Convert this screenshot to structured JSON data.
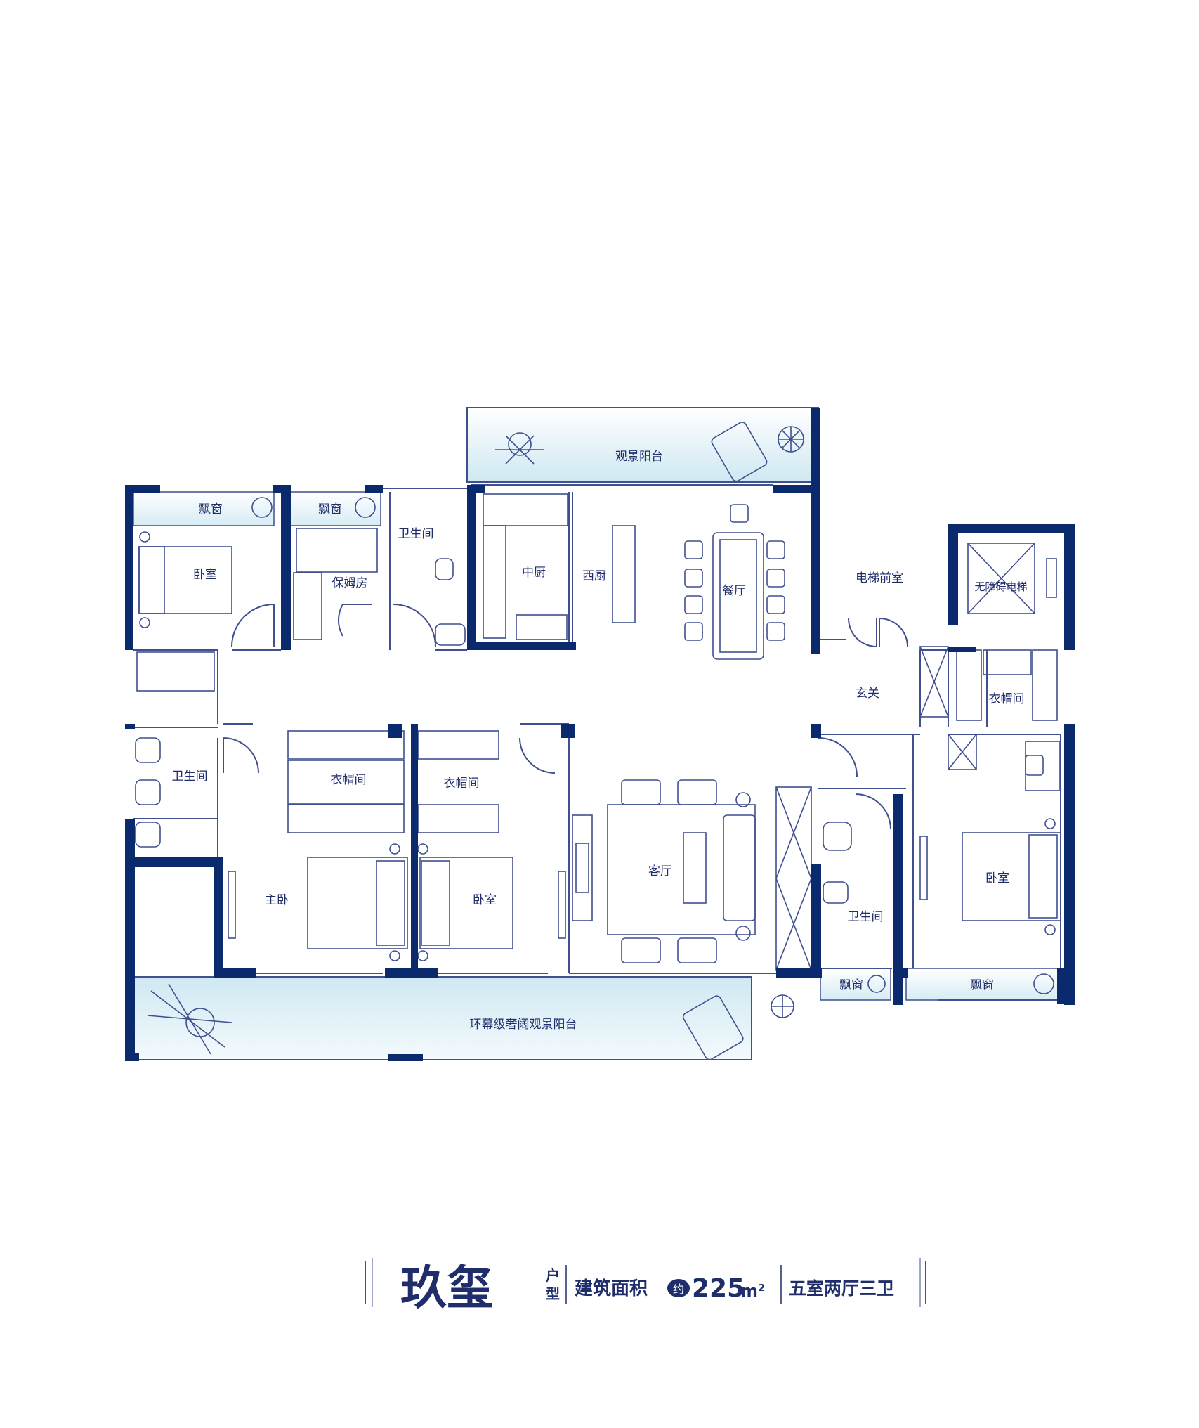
{
  "colors": {
    "wall": "#0b2a6e",
    "line": "#3f4f8f",
    "balcony_fill_top": "#dff0f6",
    "balcony_fill_bottom": "#eaf5fa",
    "background": "#ffffff"
  },
  "rooms": {
    "bay_window_1": "飘窗",
    "bay_window_2": "飘窗",
    "bedroom_nw": "卧室",
    "nanny_room": "保姆房",
    "bathroom_top": "卫生间",
    "chinese_kitchen": "中厨",
    "western_kitchen": "西厨",
    "dining_room": "餐厅",
    "view_balcony": "观景阳台",
    "elevator_lobby": "电梯前室",
    "accessible_elevator": "无障碍电梯",
    "foyer": "玄关",
    "closet_east": "衣帽间",
    "bathroom_west": "卫生间",
    "closet_master": "衣帽间",
    "closet_second": "衣帽间",
    "master_bedroom": "主卧",
    "bedroom_mid": "卧室",
    "living_room": "客厅",
    "bathroom_east": "卫生间",
    "bedroom_east": "卧室",
    "bay_window_3": "飘窗",
    "bay_window_4": "飘窗",
    "wrap_balcony": "环幕级奢阔观景阳台"
  },
  "caption": {
    "name": "玖玺",
    "type_top": "户",
    "type_bottom": "型",
    "area_label": "建筑面积",
    "approx": "约",
    "area_value": "225",
    "area_unit": "m²",
    "layout": "五室两厅三卫"
  }
}
